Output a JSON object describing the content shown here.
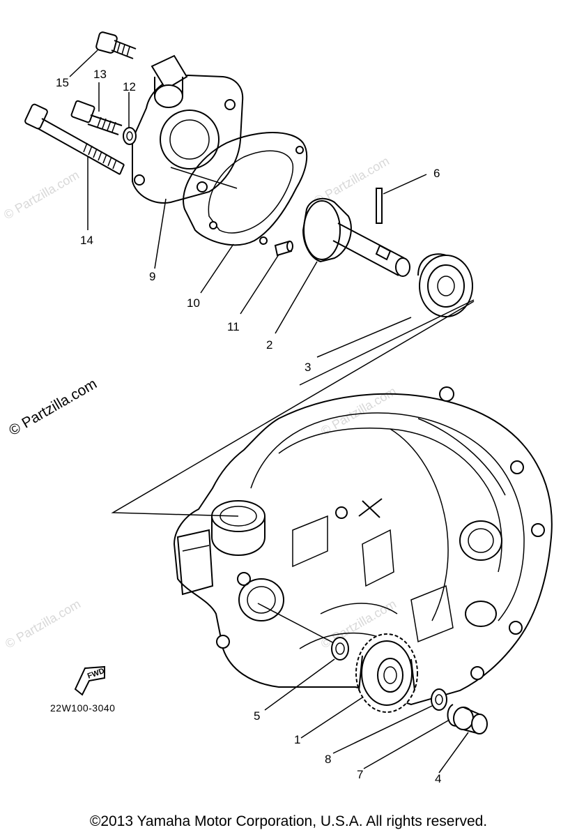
{
  "diagram": {
    "part_code": "22W100-3040",
    "fwd_label": "FWD",
    "copyright": "©2013 Yamaha Motor Corporation, U.S.A. All rights reserved.",
    "watermark": "© Partzilla.com",
    "callouts": {
      "p1": "1",
      "p2": "2",
      "p3": "3",
      "p4": "4",
      "p5": "5",
      "p6": "6",
      "p7": "7",
      "p8": "8",
      "p9": "9",
      "p10": "10",
      "p11": "11",
      "p12": "12",
      "p13": "13",
      "p14": "14",
      "p15": "15"
    }
  }
}
